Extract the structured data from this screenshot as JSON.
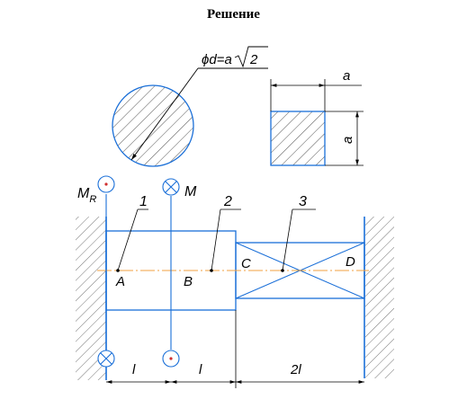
{
  "title": "Решение",
  "formula": {
    "prefix": "ϕd=a",
    "radicand": "2"
  },
  "square_dims": {
    "width": "a",
    "height": "a"
  },
  "moments": {
    "reaction": "M",
    "reaction_sub": "R",
    "applied": "M"
  },
  "sections": [
    "1",
    "2",
    "3"
  ],
  "points": [
    "A",
    "B",
    "C",
    "D"
  ],
  "lengths": [
    "l",
    "l",
    "2l"
  ],
  "colors": {
    "lines": "#1a6fd8",
    "axis": "#f0a040",
    "hatch": "#555555",
    "text": "#000000",
    "marker": "#d03030"
  }
}
